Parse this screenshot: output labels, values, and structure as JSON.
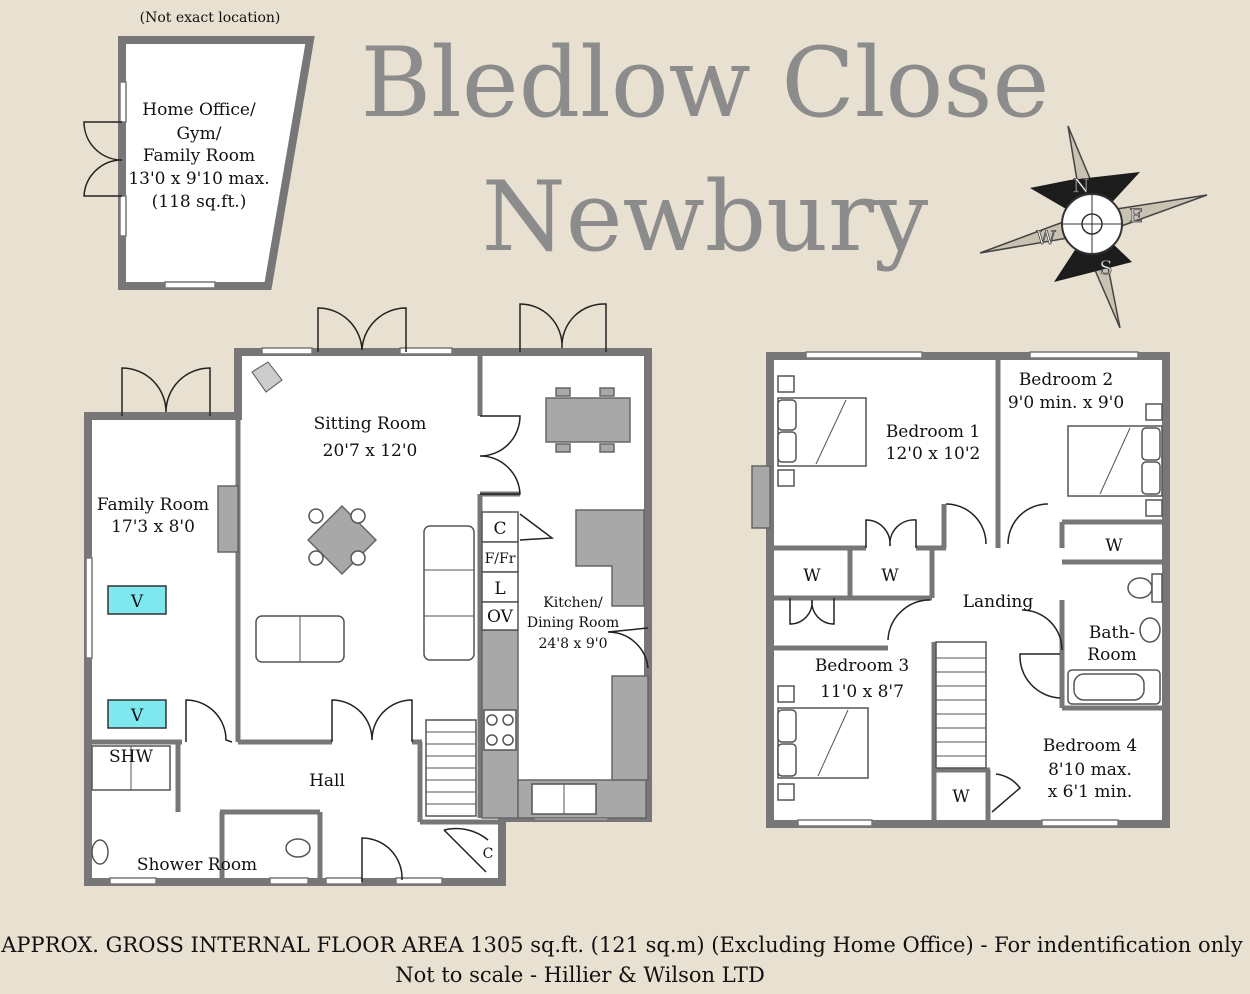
{
  "title": {
    "line1": "Bledlow Close",
    "line2": "Newbury"
  },
  "note": "(Not exact location)",
  "compass": {
    "n": "N",
    "e": "E",
    "s": "S",
    "w": "W"
  },
  "home_office": {
    "l1": "Home Office/",
    "l2": "Gym/",
    "l3": "Family Room",
    "l4": "13'0 x 9'10 max.",
    "l5": "(118 sq.ft.)"
  },
  "ground": {
    "family_room": {
      "name": "Family Room",
      "dims": "17'3 x 8'0"
    },
    "sitting_room": {
      "name": "Sitting Room",
      "dims": "20'7 x 12'0"
    },
    "kitchen": {
      "l1": "Kitchen/",
      "l2": "Dining Room",
      "dims": "24'8 x 9'0"
    },
    "hall": "Hall",
    "shower_room": "Shower Room",
    "shw": "SHW",
    "v": "V",
    "c": "C",
    "ffr": "F/Fr",
    "l": "L",
    "ov": "OV"
  },
  "first": {
    "bedroom1": {
      "name": "Bedroom 1",
      "dims": "12'0 x 10'2"
    },
    "bedroom2": {
      "name": "Bedroom 2",
      "dims": "9'0 min. x 9'0"
    },
    "bedroom3": {
      "name": "Bedroom 3",
      "dims": "11'0 x 8'7"
    },
    "bedroom4": {
      "name": "Bedroom 4",
      "l2": "8'10 max.",
      "l3": "x 6'1 min."
    },
    "landing": "Landing",
    "bathroom": {
      "l1": "Bath-",
      "l2": "Room"
    },
    "w": "W"
  },
  "footer": {
    "line1": "APPROX. GROSS INTERNAL FLOOR AREA 1305 sq.ft. (121 sq.m) (Excluding Home Office) - For indentification only",
    "line2": "Not to scale -  Hillier & Wilson LTD"
  }
}
